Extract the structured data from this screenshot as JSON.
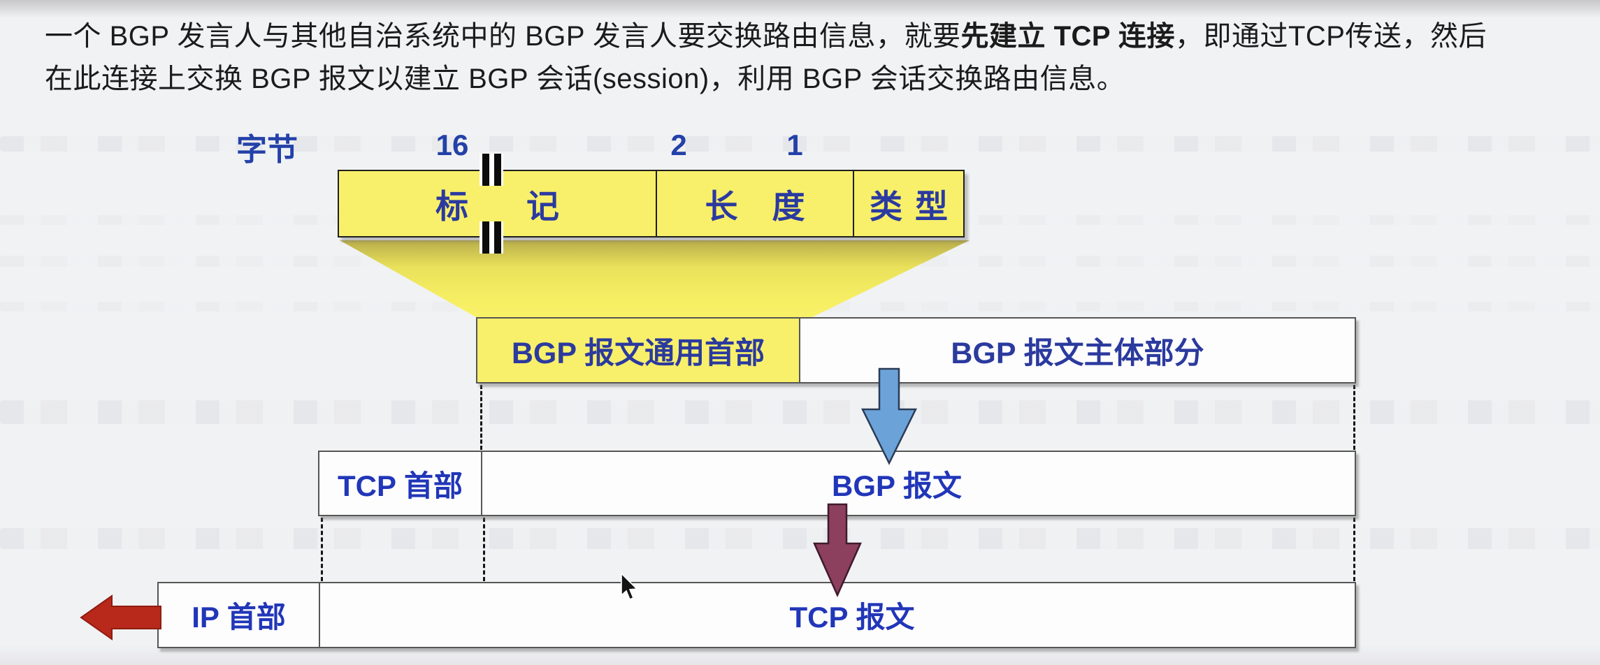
{
  "intro": {
    "line1_pre": "一个 BGP 发言人与其他自治系统中的 BGP 发言人要交换路由信息，就要",
    "line1_bold": "先建立 TCP 连接",
    "line1_post": "，即通过TCP传送，然后",
    "line2": "在此连接上交换 BGP 报文以建立 BGP 会话(session)，利用 BGP 会话交换路由信息。"
  },
  "fields": {
    "unit_label": "字节",
    "widths": [
      "16",
      "2",
      "1"
    ],
    "cells": [
      "标 记",
      "长 度",
      "类型"
    ]
  },
  "rows": {
    "bgp": {
      "header": "BGP 报文通用首部",
      "body": "BGP 报文主体部分"
    },
    "tcp": {
      "header": "TCP 首部",
      "body": "BGP 报文"
    },
    "ip": {
      "header": "IP 首部",
      "body": "TCP 报文"
    }
  },
  "icons": {
    "down_arrow_blue": "blue down arrow (BGP message into TCP payload)",
    "down_arrow_maroon": "maroon down arrow (TCP segment into IP payload)",
    "left_arrow_red": "red left arrow (IP datagram sent out)",
    "break_mark": "field-break double bars",
    "mouse_cursor": "pointer"
  },
  "colors": {
    "background": "#f1f2f4",
    "field_yellow": "#f8f06a",
    "label_blue": "#2341a8",
    "cell_blue": "#2b3aa0",
    "row_blue": "#2136b8",
    "intro_text": "#1b1b1b",
    "arrow_blue": "#6ba3d9",
    "arrow_maroon": "#8d3f5e",
    "arrow_red": "#b8291b"
  }
}
